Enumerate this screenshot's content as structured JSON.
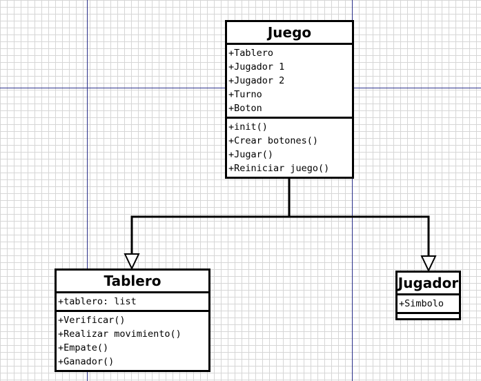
{
  "diagram": {
    "classes": {
      "juego": {
        "name": "Juego",
        "attributes": [
          "+Tablero",
          "+Jugador 1",
          "+Jugador 2",
          "+Turno",
          "+Boton"
        ],
        "methods": [
          "+init()",
          "+Crear botones()",
          "+Jugar()",
          "+Reiniciar juego()"
        ]
      },
      "tablero": {
        "name": "Tablero",
        "attributes": [
          "+tablero: list"
        ],
        "methods": [
          "+Verificar()",
          "+Realizar movimiento()",
          "+Empate()",
          "+Ganador()"
        ]
      },
      "jugador": {
        "name": "Jugador",
        "attributes": [
          "+Simbolo"
        ],
        "methods": []
      }
    },
    "relations": [
      {
        "from": "Juego",
        "to": "Tablero",
        "type": "generalization"
      },
      {
        "from": "Juego",
        "to": "Jugador",
        "type": "generalization"
      }
    ],
    "colors": {
      "guide_lines": "#2a2f8a",
      "grid": "#d6d6d6",
      "box_border": "#000000"
    }
  }
}
